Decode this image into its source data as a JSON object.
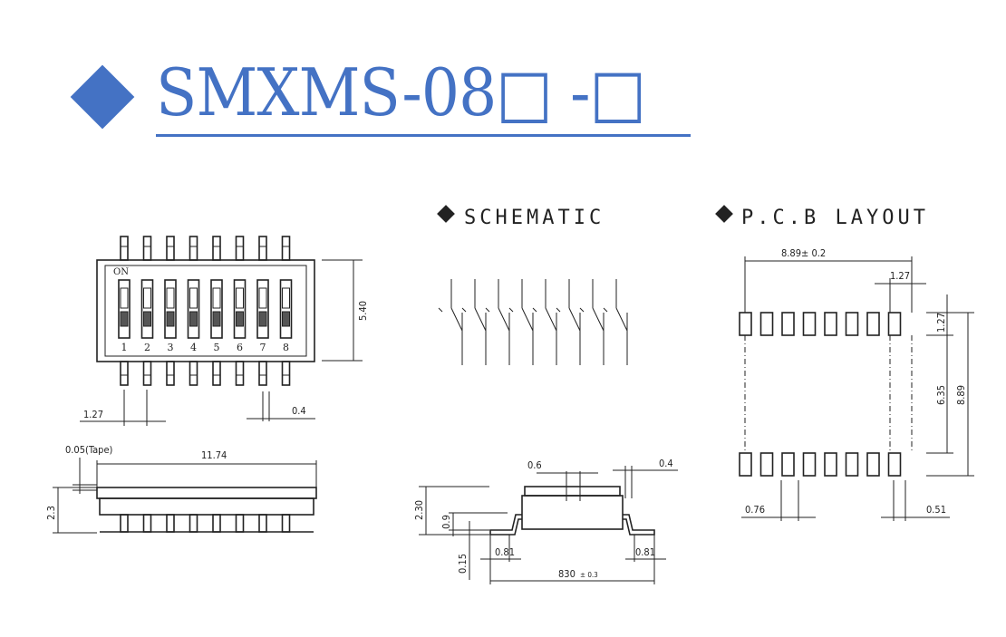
{
  "title": {
    "text": "SMXMS-08□ -□",
    "color": "#4472c4"
  },
  "sections": {
    "schematic": "SCHEMATIC",
    "pcb_layout": "P.C.B LAYOUT"
  },
  "top_view": {
    "on_label": "ON",
    "switch_numbers": [
      "1",
      "2",
      "3",
      "4",
      "5",
      "6",
      "7",
      "8"
    ],
    "dim_height": "5.40",
    "dim_pitch": "1.27",
    "dim_pin_width": "0.4"
  },
  "side_view": {
    "dim_tape": "0.05(Tape)",
    "dim_length": "11.74",
    "dim_height": "2.3"
  },
  "end_view": {
    "dim_top_a": "0.6",
    "dim_top_b": "0.4",
    "dim_total_height": "2.30",
    "dim_body": "0.9",
    "dim_standoff": "0.15",
    "dim_foot_left": "0.81",
    "dim_foot_right": "0.81",
    "dim_span": "830",
    "dim_span_tol": "± 0.3"
  },
  "pcb": {
    "dim_width": "8.89± 0.2",
    "dim_pitch": "1.27",
    "dim_pad_len": "1.27",
    "dim_inner": "6.35",
    "dim_outer": "8.89",
    "dim_pad_a": "0.76",
    "dim_pad_b": "0.51"
  }
}
